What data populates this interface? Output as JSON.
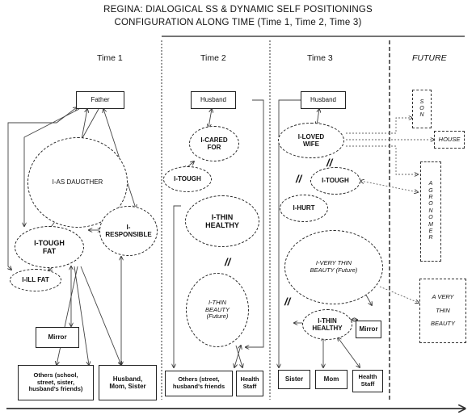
{
  "title_line1": "REGINA: DIALOGICAL SS & DYNAMIC SELF POSITIONINGS",
  "title_line2": "CONFIGURATION ALONG TIME (Time 1, Time 2, Time 3)",
  "columns": {
    "time1": "Time 1",
    "time2": "Time 2",
    "time3": "Time 3",
    "future": "FUTURE"
  },
  "time1": {
    "father": "Father",
    "i_as_daughter": "I-AS DAUGTHER",
    "i_responsible": "I-\nRESPONSIBLE",
    "i_tough_fat": "I-TOUGH\nFAT",
    "i_ill_fat": "I-ILL FAT",
    "mirror": "Mirror",
    "others": "Others (school,\nstreet, sister,\nhusband's friends)",
    "husband_mom_sister": "Husband,\nMom, Sister"
  },
  "time2": {
    "husband": "Husband",
    "i_cared_for": "I-CARED\nFOR",
    "i_tough": "I-TOUGH",
    "i_thin_healthy": "I-THIN\nHEALTHY",
    "separator": "//",
    "i_thin_beauty": "I-THIN\nBEAUTY\n(Future)",
    "others": "Others (street,\nhusband's friends",
    "health_staff": "Health\nStaff"
  },
  "time3": {
    "husband": "Husband",
    "i_loved_wife": "I-LOVED\nWIFE",
    "separator_top": "//",
    "separator_mid": "//",
    "i_tough": "I-TOUGH",
    "i_hurt": "I-HURT",
    "i_very_thin_beauty": "I-VERY THIN\nBEAUTY (Future)",
    "separator_low": "//",
    "i_thin_healthy": "I-THIN\nHEALTHY",
    "mirror": "Mirror",
    "sister": "Sister",
    "mom": "Mom",
    "health_staff": "Health\nStaff"
  },
  "future": {
    "son": "S\nO\nN",
    "house": "HOUSE",
    "agronomer": "A\nG\nR\nO\nN\nO\nM\nE\nR",
    "very_thin_beauty": "A VERY\n\nTHIN\n\nBEAUTY"
  }
}
